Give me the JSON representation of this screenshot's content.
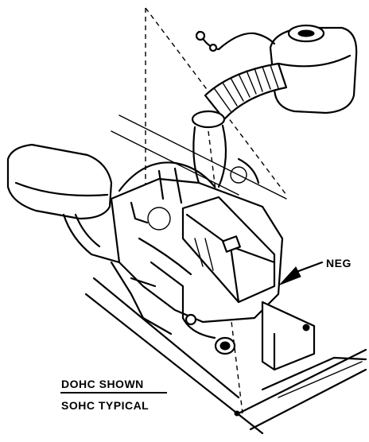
{
  "labels": {
    "neg": "NEG",
    "caption_line1": "DOHC SHOWN",
    "caption_line2": "SOHC TYPICAL"
  },
  "colors": {
    "ink": "#000000",
    "paper": "#ffffff"
  }
}
